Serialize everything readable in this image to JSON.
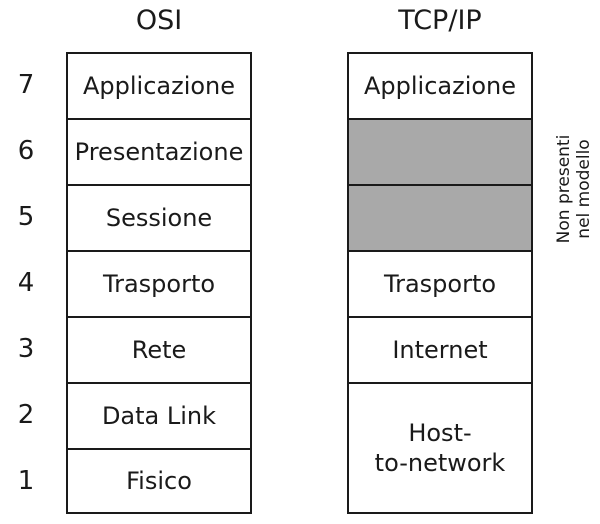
{
  "osi": {
    "title": "OSI",
    "layers": [
      {
        "number": "7",
        "label": "Applicazione"
      },
      {
        "number": "6",
        "label": "Presentazione"
      },
      {
        "number": "5",
        "label": "Sessione"
      },
      {
        "number": "4",
        "label": "Trasporto"
      },
      {
        "number": "3",
        "label": "Rete"
      },
      {
        "number": "2",
        "label": "Data Link"
      },
      {
        "number": "1",
        "label": "Fisico"
      }
    ]
  },
  "tcpip": {
    "title": "TCP/IP",
    "layers": [
      {
        "label": "Applicazione"
      },
      {
        "label": ""
      },
      {
        "label": ""
      },
      {
        "label": "Trasporto"
      },
      {
        "label": "Internet"
      },
      {
        "label": "Host-\nto-network"
      }
    ]
  },
  "side_note": {
    "line1": "Non presenti",
    "line2": "nel modello"
  },
  "colors": {
    "absent_layer_fill": "#a9a9a9",
    "border": "#1a1a1a"
  }
}
